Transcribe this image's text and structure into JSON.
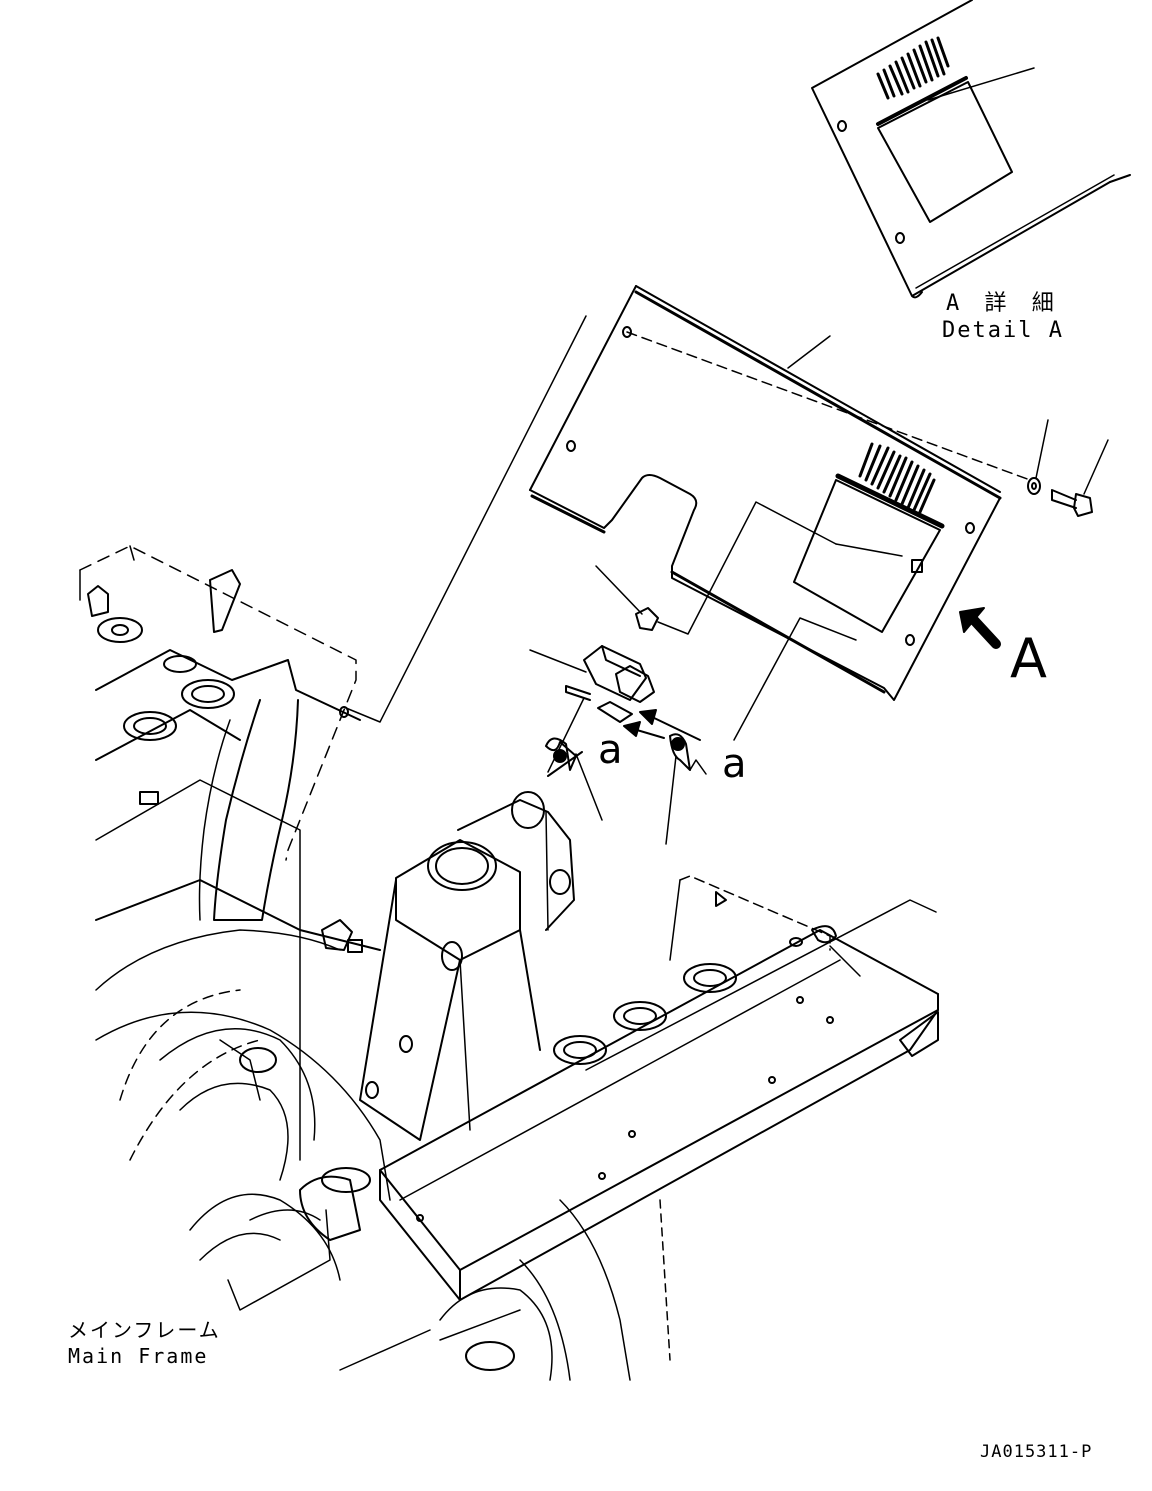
{
  "labels": {
    "detail_jp": "A 詳 細",
    "detail_en": "Detail A",
    "view_arrow_letter": "A",
    "connection_ref_left": "a",
    "connection_ref_right": "a",
    "main_frame_jp": "メインフレーム",
    "main_frame_en": "Main Frame",
    "drawing_number": "JA015311-P"
  },
  "colors": {
    "line": "#000000",
    "background": "#ffffff"
  }
}
